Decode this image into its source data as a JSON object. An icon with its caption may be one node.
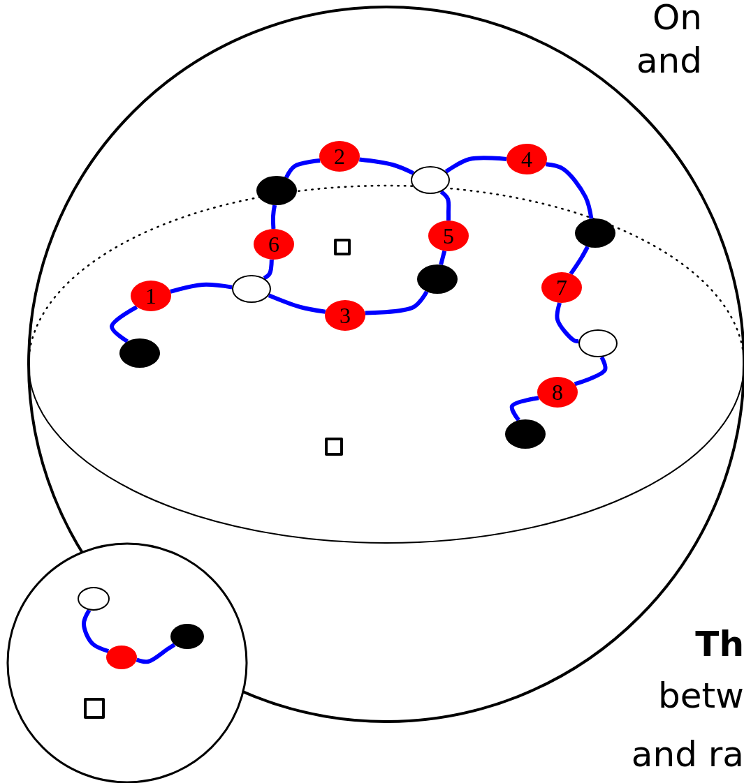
{
  "diagram": {
    "nodes": [
      {
        "text": [
          "1"
        ]
      },
      {
        "text": [
          "2"
        ]
      },
      {
        "text": [
          "3"
        ]
      },
      {
        "text": [
          "4"
        ]
      },
      {
        "text": [
          "5"
        ]
      },
      {
        "text": [
          "6"
        ]
      },
      {
        "text": [
          "7"
        ]
      },
      {
        "text": [
          "8"
        ]
      },
      {
        "text": [],
        "shape": "dot"
      },
      {
        "text": [],
        "shape": "dot"
      },
      {
        "text": [],
        "shape": "dot"
      },
      {
        "text": [],
        "shape": "dot"
      },
      {
        "text": [],
        "shape": "dot"
      },
      {
        "text": [],
        "shape": "circle"
      },
      {
        "text": [],
        "shape": "circle"
      },
      {
        "text": [],
        "shape": "circle"
      },
      {
        "text": [],
        "shape": "box"
      },
      {
        "text": [],
        "shape": "box"
      },
      {
        "text": [],
        "shape": "circle"
      },
      {
        "text": [],
        "shape": "dot"
      },
      {
        "text": [],
        "shape": "dot"
      },
      {
        "text": [],
        "shape": "box"
      }
    ],
    "edges": [
      {
        "from": 11,
        "to": 0,
        "arrow": "none"
      },
      {
        "from": 0,
        "to": 14,
        "arrow": "none"
      },
      {
        "from": 14,
        "to": 5,
        "arrow": "none"
      },
      {
        "from": 5,
        "to": 8,
        "arrow": "none"
      },
      {
        "from": 8,
        "to": 1,
        "arrow": "none"
      },
      {
        "from": 1,
        "to": 13,
        "arrow": "none"
      },
      {
        "from": 13,
        "to": 3,
        "arrow": "none"
      },
      {
        "from": 3,
        "to": 9,
        "arrow": "none"
      },
      {
        "from": 13,
        "to": 4,
        "arrow": "none"
      },
      {
        "from": 4,
        "to": 10,
        "arrow": "none"
      },
      {
        "from": 14,
        "to": 2,
        "arrow": "none"
      },
      {
        "from": 2,
        "to": 10,
        "arrow": "none"
      },
      {
        "from": 9,
        "to": 6,
        "arrow": "none"
      },
      {
        "from": 6,
        "to": 15,
        "arrow": "none"
      },
      {
        "from": 15,
        "to": 7,
        "arrow": "none"
      },
      {
        "from": 7,
        "to": 12,
        "arrow": "none"
      },
      {
        "from": 18,
        "to": 19,
        "arrow": "none"
      },
      {
        "from": 19,
        "to": 20,
        "arrow": "none"
      }
    ],
    "labels": [
      "On",
      "and",
      "Th",
      "betw",
      "and ra"
    ]
  }
}
